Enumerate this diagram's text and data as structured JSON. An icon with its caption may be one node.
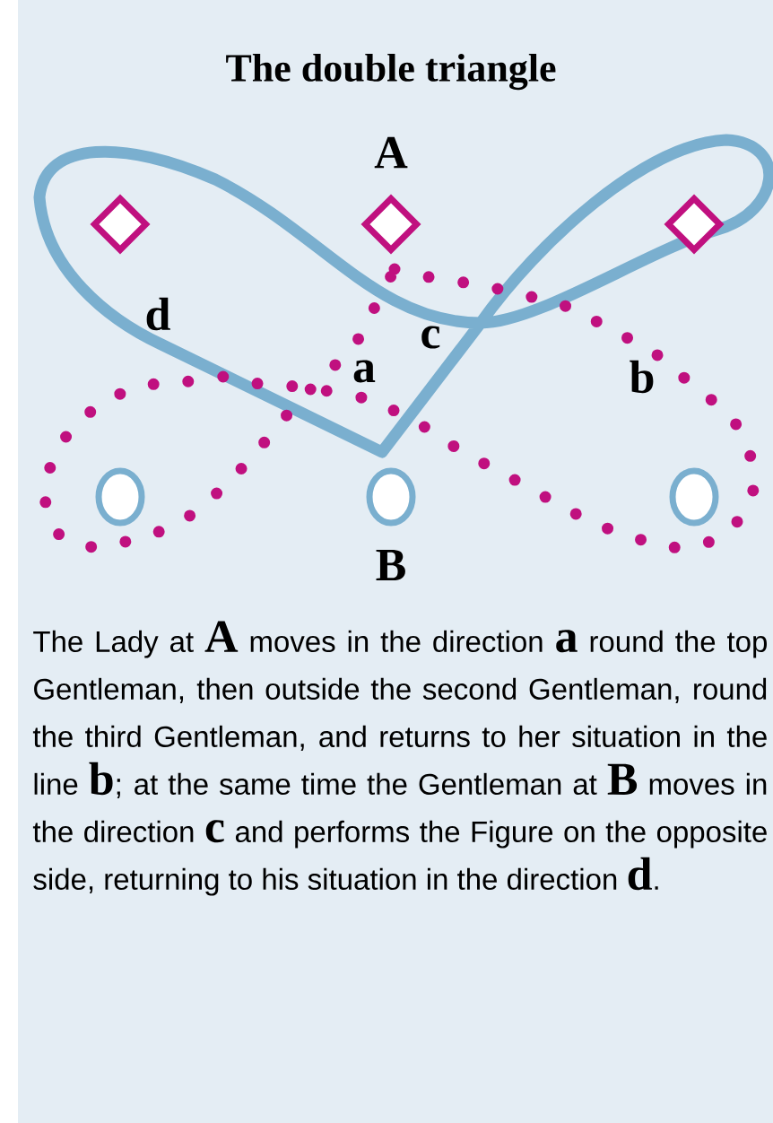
{
  "diagram": {
    "title": "The double triangle",
    "nodes": [
      {
        "text": [],
        "shape": "diamond"
      },
      {
        "text": [],
        "shape": "diamond",
        "beside": [
          "A"
        ]
      },
      {
        "text": [],
        "shape": "diamond"
      },
      {
        "text": [],
        "shape": "circle"
      },
      {
        "text": [],
        "shape": "circle",
        "beside": [
          "B"
        ]
      },
      {
        "text": [],
        "shape": "circle"
      }
    ],
    "labels": [
      "d",
      "c",
      "a",
      "b"
    ],
    "caption": "The Lady at **A** moves in the direction **a** round the top Gentleman, then outside the second Gentleman, round the third Gentleman, and returns to her situation in the line **b**; at the same time the Gentleman at **B** moves in the direction **c** and performs the Figure on the opposite side, returning to his situation in the direction **d**."
  }
}
